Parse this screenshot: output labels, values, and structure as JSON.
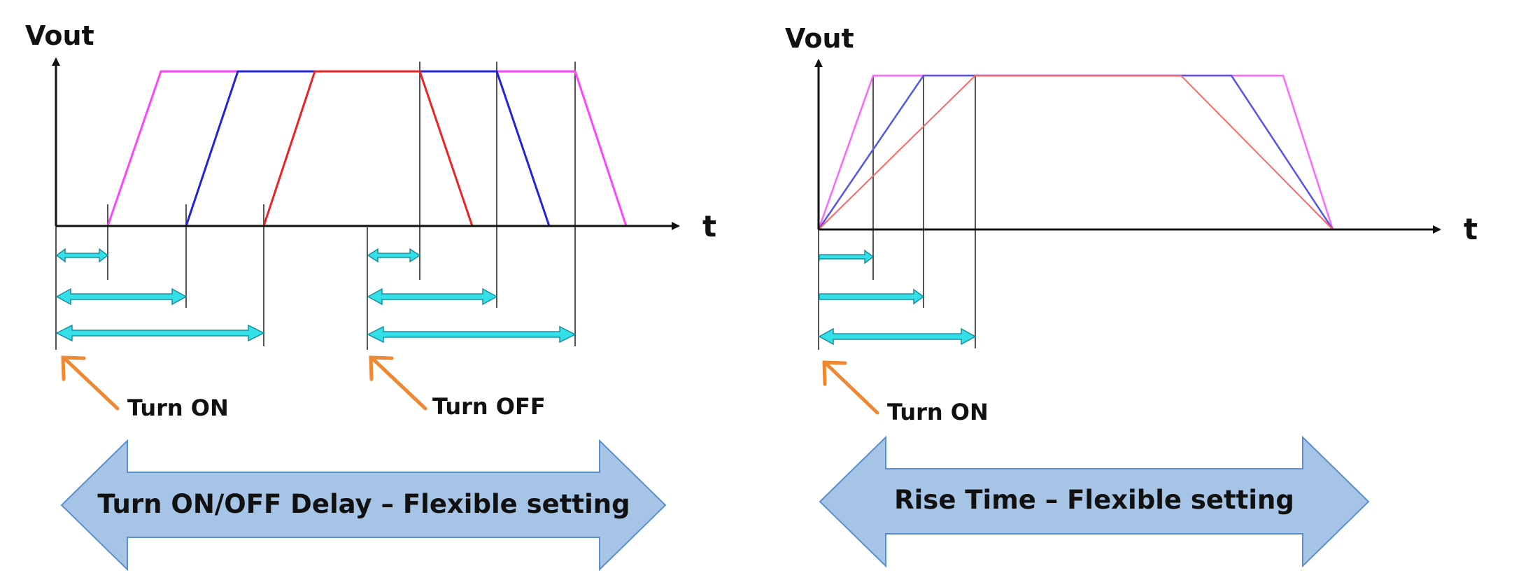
{
  "colors": {
    "magenta": "#ff44ff",
    "blue": "#2222dd",
    "red": "#ee2222",
    "axis": "#111111",
    "guide": "#555555",
    "cyan_fill": "#33e0e8",
    "cyan_stroke": "#1a8fa0",
    "orange": "#ee8833",
    "banner_fill": "#a6c4e6",
    "banner_stroke": "#5b8fd0"
  },
  "left_panel": {
    "y_label": "Vout",
    "x_label": "t",
    "note_on": "Turn ON",
    "note_off": "Turn OFF",
    "banner": "Turn ON/OFF Delay – Flexible setting"
  },
  "right_panel": {
    "y_label": "Vout",
    "x_label": "t",
    "note_on": "Turn ON",
    "banner": "Rise Time – Flexible setting"
  }
}
